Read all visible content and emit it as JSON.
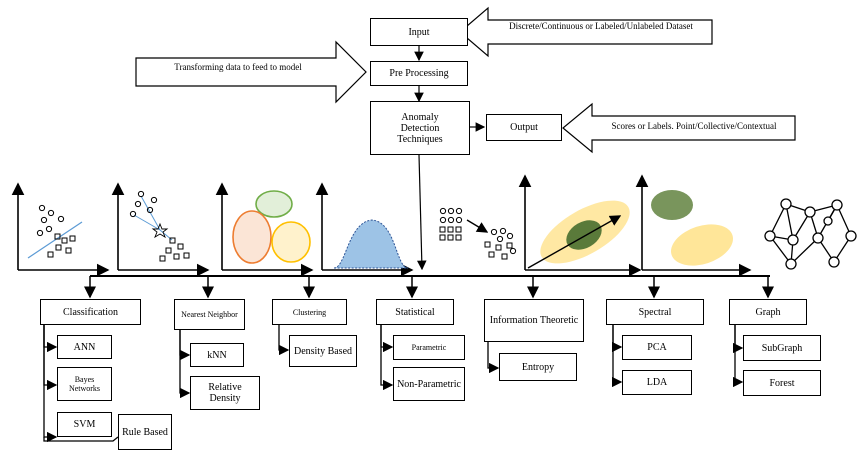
{
  "top": {
    "input": "Input",
    "input_arrow": "Discrete/Continuous or Labeled/Unlabeled Dataset",
    "preprocessing": "Pre Processing",
    "preprocessing_arrow": "Transforming data to feed to model",
    "technique_line1": "Anomaly",
    "technique_line2": "Detection",
    "technique_line3": "Techniques",
    "output": "Output",
    "output_arrow": "Scores or Labels. Point/Collective/Contextual"
  },
  "categories": {
    "classification": {
      "title": "Classification",
      "items": [
        "ANN",
        "Bayes Networks",
        "SVM",
        "Rule Based"
      ]
    },
    "nearest_neighbor": {
      "title": "Nearest Neighbor",
      "items": [
        "kNN",
        "Relative Density"
      ]
    },
    "clustering": {
      "title": "Clustering",
      "items": [
        "Density Based"
      ]
    },
    "statistical": {
      "title": "Statistical",
      "items": [
        "Parametric",
        "Non-Parametric"
      ]
    },
    "information_theoretic": {
      "title": "Information Theoretic",
      "items": [
        "Entropy"
      ]
    },
    "spectral": {
      "title": "Spectral",
      "items": [
        "PCA",
        "LDA"
      ]
    },
    "graph": {
      "title": "Graph",
      "items": [
        "SubGraph",
        "Forest"
      ]
    }
  },
  "colors": {
    "line": "#000000",
    "scatter_line": "#5b9bd5",
    "cluster_green": "#70ad47",
    "cluster_orange": "#ed7d31",
    "cluster_yellow": "#ffc000",
    "bell_fill": "#9dc3e6",
    "ellipse_gold": "#ffe699",
    "ellipse_dark": "#6a8a4a"
  }
}
